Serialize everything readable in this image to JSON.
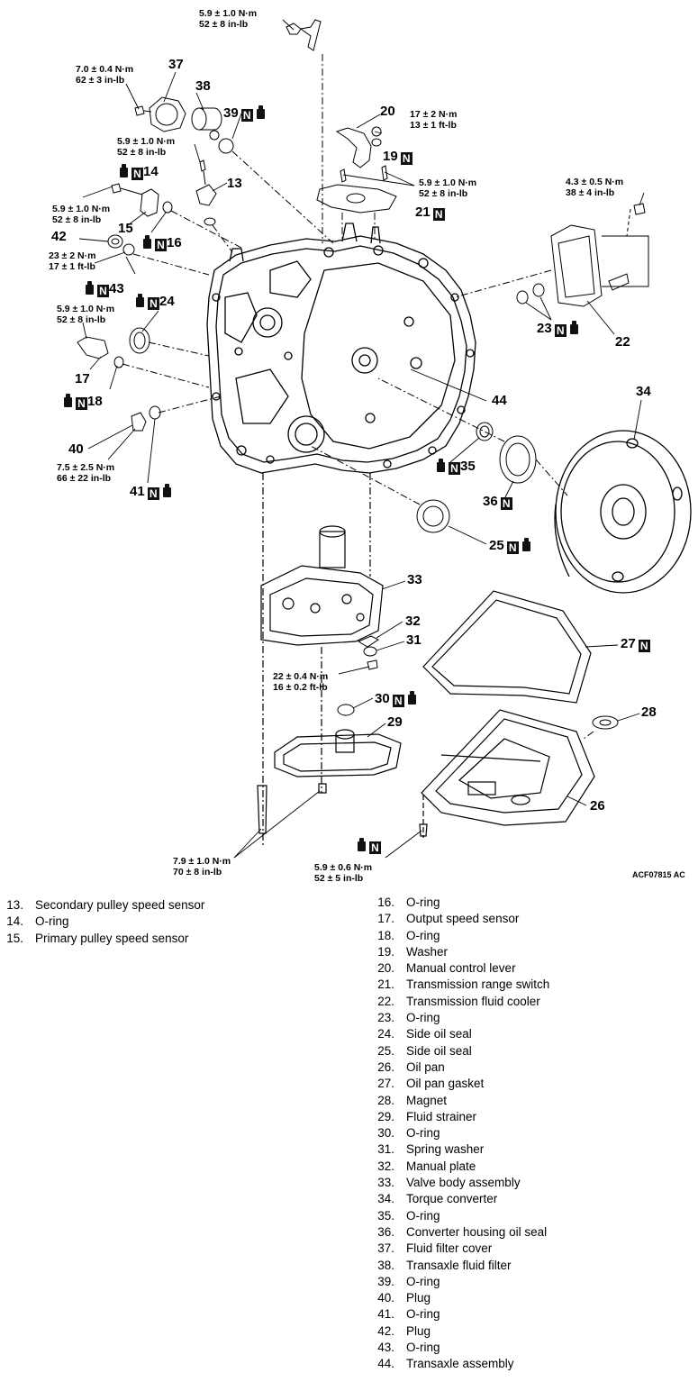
{
  "figure_id": "ACF07815 AC",
  "labels": {
    "l37": "37",
    "l38": "38",
    "l39": "39",
    "l20": "20",
    "l19": "19",
    "l21": "21",
    "l13": "13",
    "l14": "14",
    "l15": "15",
    "l42": "42",
    "l16": "16",
    "l43": "43",
    "l24": "24",
    "l17": "17",
    "l18": "18",
    "l40": "40",
    "l41": "41",
    "l22": "22",
    "l23": "23",
    "l44": "44",
    "l34": "34",
    "l35": "35",
    "l36": "36",
    "l25": "25",
    "l33": "33",
    "l32": "32",
    "l31": "31",
    "l30": "30",
    "l29": "29",
    "l27": "27",
    "l28": "28",
    "l26": "26"
  },
  "torques": {
    "t_top": [
      "5.9 ± 1.0 N·m",
      "52 ± 8 in-lb"
    ],
    "t37": [
      "7.0 ± 0.4 N·m",
      "62 ± 3 in-lb"
    ],
    "t13": [
      "5.9 ± 1.0 N·m",
      "52 ± 8 in-lb"
    ],
    "t20": [
      "17 ± 2 N·m",
      "13 ± 1 ft-lb"
    ],
    "t21": [
      "5.9 ± 1.0 N·m",
      "52 ± 8 in-lb"
    ],
    "t14": [
      "5.9 ± 1.0 N·m",
      "52 ± 8 in-lb"
    ],
    "t42": [
      "23 ± 2 N·m",
      "17 ± 1 ft-lb"
    ],
    "t17": [
      "5.9 ± 1.0 N·m",
      "52 ± 8 in-lb"
    ],
    "t40": [
      "7.5 ± 2.5 N·m",
      "66 ± 22 in-lb"
    ],
    "t22": [
      "4.3 ± 0.5 N·m",
      "38 ± 4 in-lb"
    ],
    "t31": [
      "22 ± 0.4 N·m",
      "16 ± 0.2 ft-lb"
    ],
    "t_pan": [
      "5.9 ± 0.6 N·m",
      "52 ± 5 in-lb"
    ],
    "t_vb": [
      "7.9 ± 1.0 N·m",
      "70 ± 8 in-lb"
    ]
  },
  "flag_text": "N",
  "legend_left": [
    {
      "num": "13.",
      "text": "Secondary pulley speed sensor"
    },
    {
      "num": "14.",
      "text": "O-ring"
    },
    {
      "num": "15.",
      "text": "Primary pulley speed sensor"
    }
  ],
  "legend_right": [
    {
      "num": "16.",
      "text": "O-ring"
    },
    {
      "num": "17.",
      "text": "Output speed sensor"
    },
    {
      "num": "18.",
      "text": "O-ring"
    },
    {
      "num": "19.",
      "text": "Washer"
    },
    {
      "num": "20.",
      "text": "Manual control lever"
    },
    {
      "num": "21.",
      "text": "Transmission range switch"
    },
    {
      "num": "22.",
      "text": "Transmission fluid cooler"
    },
    {
      "num": "23.",
      "text": "O-ring"
    },
    {
      "num": "24.",
      "text": "Side oil seal"
    },
    {
      "num": "25.",
      "text": "Side oil seal"
    },
    {
      "num": "26.",
      "text": "Oil pan"
    },
    {
      "num": "27.",
      "text": "Oil pan gasket"
    },
    {
      "num": "28.",
      "text": "Magnet"
    },
    {
      "num": "29.",
      "text": "Fluid strainer"
    },
    {
      "num": "30.",
      "text": "O-ring"
    },
    {
      "num": "31.",
      "text": "Spring washer"
    },
    {
      "num": "32.",
      "text": "Manual plate"
    },
    {
      "num": "33.",
      "text": "Valve body assembly"
    },
    {
      "num": "34.",
      "text": "Torque converter"
    },
    {
      "num": "35.",
      "text": "O-ring"
    },
    {
      "num": "36.",
      "text": "Converter housing oil seal"
    },
    {
      "num": "37.",
      "text": "Fluid filter cover"
    },
    {
      "num": "38.",
      "text": "Transaxle fluid filter"
    },
    {
      "num": "39.",
      "text": "O-ring"
    },
    {
      "num": "40.",
      "text": "Plug"
    },
    {
      "num": "41.",
      "text": "O-ring"
    },
    {
      "num": "42.",
      "text": "Plug"
    },
    {
      "num": "43.",
      "text": "O-ring"
    },
    {
      "num": "44.",
      "text": "Transaxle assembly"
    }
  ]
}
